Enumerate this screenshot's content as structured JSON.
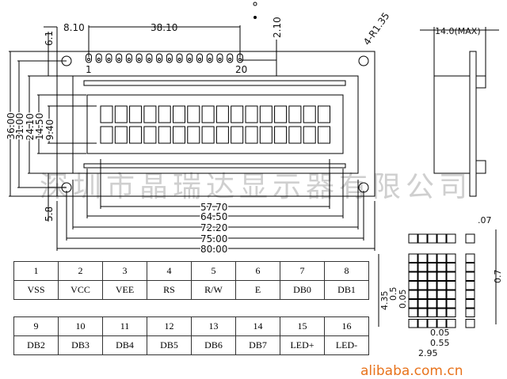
{
  "title": "LCD 1602 module outline drawing",
  "dimensions": {
    "top": {
      "pin_offset": "8.10",
      "pin_span": "38.10",
      "pin_top": "2.10",
      "hole": "4-R1.35",
      "top_margin": "6.1"
    },
    "pins": {
      "first": "1",
      "last": "20"
    },
    "horizontal": [
      "57.70",
      "64.50",
      "72.20",
      "75.00",
      "80.00"
    ],
    "vertical": [
      "36.00",
      "31.00",
      "24.10",
      "14.50",
      "9.40"
    ],
    "bottom_margin": "5.8",
    "side": {
      "thickness": "14.0(MAX)"
    },
    "dot": {
      "gap": ".07",
      "row_gap": "0.7",
      "char_height": "4.35",
      "dot_h": "0.5",
      "dot_gap_v": "0.05",
      "dot_gap_h": "0.05",
      "dot_w": "0.55",
      "char_width": "2.95"
    }
  },
  "watermark": {
    "company": "深圳市晶瑞达显示器有限公司",
    "site": "alibaba.com.cn"
  },
  "pin_table": [
    {
      "no": "1",
      "name": "VSS"
    },
    {
      "no": "2",
      "name": "VCC"
    },
    {
      "no": "3",
      "name": "VEE"
    },
    {
      "no": "4",
      "name": "RS"
    },
    {
      "no": "5",
      "name": "R/W"
    },
    {
      "no": "6",
      "name": "E"
    },
    {
      "no": "7",
      "name": "DB0"
    },
    {
      "no": "8",
      "name": "DB1"
    },
    {
      "no": "9",
      "name": "DB2"
    },
    {
      "no": "10",
      "name": "DB3"
    },
    {
      "no": "11",
      "name": "DB4"
    },
    {
      "no": "12",
      "name": "DB5"
    },
    {
      "no": "13",
      "name": "DB6"
    },
    {
      "no": "14",
      "name": "DB7"
    },
    {
      "no": "15",
      "name": "LED+"
    },
    {
      "no": "16",
      "name": "LED-"
    }
  ]
}
